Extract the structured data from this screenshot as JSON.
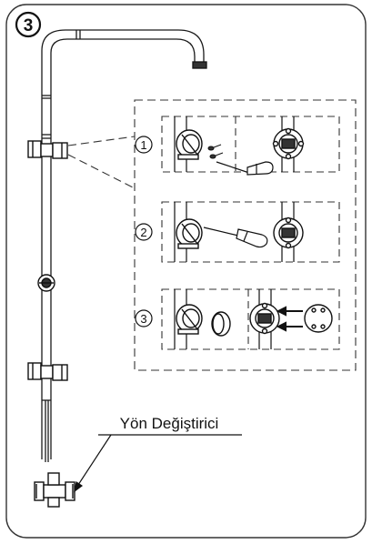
{
  "page": {
    "step_number": "3",
    "diverter_label": "Yön Değiştirici"
  },
  "detail_panel": {
    "rows": [
      {
        "index": "1",
        "action": "unscrew bracket with screwdriver",
        "screw-icon": "screw-icon",
        "tool": "screwdriver-icon"
      },
      {
        "index": "2",
        "action": "screw bracket to wall",
        "tool": "screwdriver-icon"
      },
      {
        "index": "3",
        "action": "attach cover plate",
        "tool": "cover-cap-icon"
      }
    ]
  },
  "colors": {
    "stroke": "#1a1a1a",
    "frame": "#333333",
    "background": "#ffffff",
    "dash": "#333333"
  }
}
